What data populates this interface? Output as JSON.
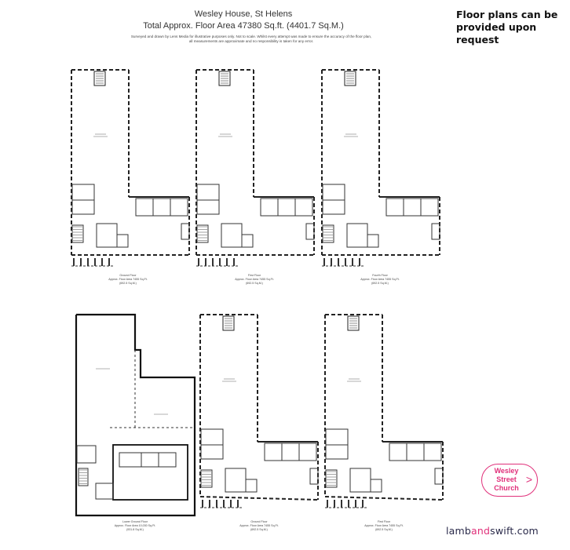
{
  "header": {
    "title": "Wesley House, St Helens",
    "total_area": "Total Approx. Floor Area 47380 Sq.ft. (4401.7 Sq.M.)",
    "disclaimer_line1": "Surveyed and drawn by Lens Media for illustrative purposes only. Not to scale. Whilst every attempt was made to ensure the accuracy of the floor plan,",
    "disclaimer_line2": "all measurements are approximate and no responsibility is taken for any error."
  },
  "note": "Floor plans can be provided upon request",
  "floors": [
    {
      "name": "Ground Floor",
      "area": "Approx. Floor Area 7455 Sq.Ft.",
      "metric": "(692.5 Sq.M.)"
    },
    {
      "name": "First Floor",
      "area": "Approx. Floor Area 7455 Sq.Ft.",
      "metric": "(692.5 Sq.M.)"
    },
    {
      "name": "Fourth Floor",
      "area": "Approx. Floor Area 7455 Sq.Ft.",
      "metric": "(692.5 Sq.M.)"
    },
    {
      "name": "Lower Ground Floor",
      "area": "Approx. Floor Area 10,030 Sq.Ft.",
      "metric": "(931.8 Sq.M.)"
    },
    {
      "name": "Ground Floor",
      "area": "Approx. Floor Area 7455 Sq.Ft.",
      "metric": "(692.5 Sq.M.)"
    },
    {
      "name": "First Floor",
      "area": "Approx. Floor Area 7455 Sq.Ft.",
      "metric": "(692.5 Sq.M.)"
    }
  ],
  "badge": {
    "label": "Wesley Street Church",
    "line1": "Wesley",
    "line2": "Street",
    "line3": "Church",
    "chevron": ">",
    "color": "#e0307a"
  },
  "brand": {
    "part1": "lamb",
    "part2": "and",
    "part3": "swift.com",
    "color_main": "#2a2a4a",
    "color_accent": "#e0307a"
  }
}
